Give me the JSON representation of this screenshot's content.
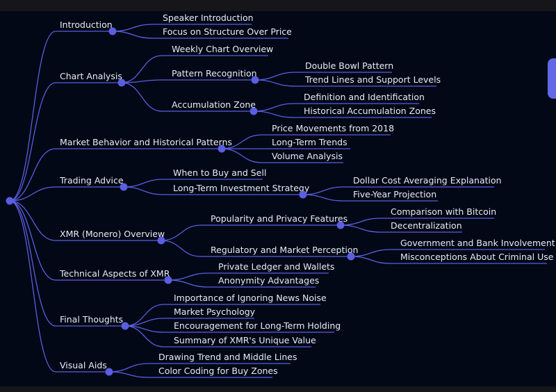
{
  "colors": {
    "background": "#020816",
    "frame": "#16161a",
    "line": "#5a5ee0",
    "text": "#e9ecf4",
    "handle": "#6368e6"
  },
  "mindmap": {
    "branches": [
      {
        "label": "Introduction",
        "children": [
          {
            "label": "Speaker Introduction"
          },
          {
            "label": "Focus on Structure Over Price"
          }
        ]
      },
      {
        "label": "Chart Analysis",
        "children": [
          {
            "label": "Weekly Chart Overview"
          },
          {
            "label": "Pattern Recognition",
            "children": [
              {
                "label": "Double Bowl Pattern"
              },
              {
                "label": "Trend Lines and Support Levels"
              }
            ]
          },
          {
            "label": "Accumulation Zone",
            "children": [
              {
                "label": "Definition and Identification"
              },
              {
                "label": "Historical Accumulation Zones"
              }
            ]
          }
        ]
      },
      {
        "label": "Market Behavior and Historical Patterns",
        "children": [
          {
            "label": "Price Movements from 2018"
          },
          {
            "label": "Long-Term Trends"
          },
          {
            "label": "Volume Analysis"
          }
        ]
      },
      {
        "label": "Trading Advice",
        "children": [
          {
            "label": "When to Buy and Sell"
          },
          {
            "label": "Long-Term Investment Strategy",
            "children": [
              {
                "label": "Dollar Cost Averaging Explanation"
              },
              {
                "label": "Five-Year Projection"
              }
            ]
          }
        ]
      },
      {
        "label": "XMR (Monero) Overview",
        "children": [
          {
            "label": "Popularity and Privacy Features",
            "children": [
              {
                "label": "Comparison with Bitcoin"
              },
              {
                "label": "Decentralization"
              }
            ]
          },
          {
            "label": "Regulatory and Market Perception",
            "children": [
              {
                "label": "Government and Bank Involvement"
              },
              {
                "label": "Misconceptions About Criminal Use"
              }
            ]
          }
        ]
      },
      {
        "label": "Technical Aspects of XMR",
        "children": [
          {
            "label": "Private Ledger and Wallets"
          },
          {
            "label": "Anonymity Advantages"
          }
        ]
      },
      {
        "label": "Final Thoughts",
        "children": [
          {
            "label": "Importance of Ignoring News Noise"
          },
          {
            "label": "Market Psychology"
          },
          {
            "label": "Encouragement for Long-Term Holding"
          },
          {
            "label": "Summary of XMR's Unique Value"
          }
        ]
      },
      {
        "label": "Visual Aids",
        "children": [
          {
            "label": "Drawing Trend and Middle Lines"
          },
          {
            "label": "Color Coding for Buy Zones"
          }
        ]
      }
    ]
  }
}
